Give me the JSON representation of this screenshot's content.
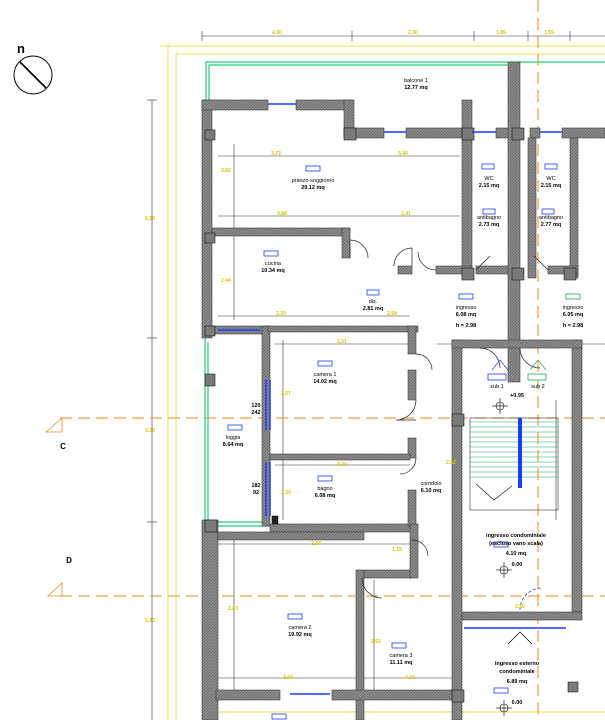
{
  "north": {
    "label": "n"
  },
  "dimensions": {
    "top": [
      "4.90",
      "2.00",
      "1.85",
      "1.65"
    ],
    "left": [
      "6.90",
      "3.30",
      "5.82"
    ],
    "inner": [
      "3.72",
      "5.90",
      "3.88",
      "3.41",
      "3.82",
      "2.44",
      "2.30",
      "2.58",
      "3.51",
      "2.57",
      "3.00",
      "3.30",
      "2.24",
      "2.83",
      "2.63",
      "3.04",
      "4.30",
      "2.52",
      "2.56",
      "1.15"
    ]
  },
  "rooms": [
    {
      "name": "balcone 1",
      "area": "12.77 mq"
    },
    {
      "name": "pranzo-soggiorno",
      "area": "29.12 mq"
    },
    {
      "name": "cucina",
      "area": "10.34 mq"
    },
    {
      "name": "dis.",
      "area": "2.81 mq"
    },
    {
      "name": "WC",
      "area": "2.15 mq"
    },
    {
      "name": "WC",
      "area": "2.15 mq"
    },
    {
      "name": "antibagno",
      "area": "2.73 mq"
    },
    {
      "name": "antibagno",
      "area": "2.77 mq"
    },
    {
      "name": "ingresso",
      "area": "6.08 mq",
      "height": "h = 2.98"
    },
    {
      "name": "ingresso",
      "area": "6.05 mq",
      "height": "h = 2.98"
    },
    {
      "name": "camera 1",
      "area": "14.02 mq"
    },
    {
      "name": "loggia",
      "area": "8.64 mq"
    },
    {
      "name": "bagno",
      "area": "6.08 mq"
    },
    {
      "name": "corridoio",
      "area": "6.10 mq"
    },
    {
      "name": "camera 2",
      "area": "19.92 mq"
    },
    {
      "name": "camera 3",
      "area": "11.11 mq"
    }
  ],
  "common_areas": [
    {
      "name": "ingresso condominiale",
      "note": "(escluso vano scala)",
      "area": "4.10 mq",
      "level": "0.00"
    },
    {
      "name": "ingresso esterno",
      "note": "condominiale",
      "area": "6.89 mq",
      "level": "0.00"
    }
  ],
  "units": [
    {
      "label": "sub 1",
      "level": "+0.95"
    },
    {
      "label": "sub 2"
    }
  ],
  "window_labels": [
    "120",
    "242",
    "182",
    "92"
  ],
  "sections": [
    "C",
    "D"
  ]
}
